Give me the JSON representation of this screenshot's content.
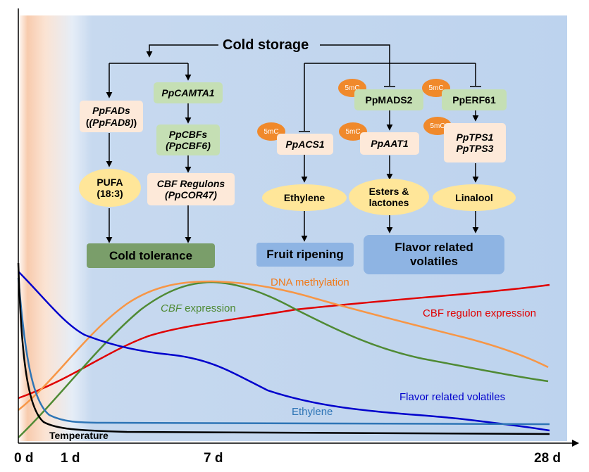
{
  "colors": {
    "ethylene_curve": "#2e75b6",
    "temperature_curve": "#000000",
    "volatiles_curve": "#0000cc",
    "dna_methylation_curve": "#f79646",
    "cbf_expression_curve": "#4f8a34",
    "cbf_regulon_curve": "#e00000",
    "background_panel": "#bdd3ee",
    "early_band": "#f8cbad",
    "mc_badge": "#f0892b"
  },
  "top": {
    "cold_storage": "Cold storage",
    "fads_line1": "PpFADs",
    "fads_line2": "(PpFAD8)",
    "pufa_line1": "PUFA",
    "pufa_line2": "(18:3)",
    "camta": "PpCAMTA1",
    "cbfs_line1": "PpCBFs",
    "cbfs_line2": "(PpCBF6)",
    "regulons_line1": "CBF Regulons",
    "regulons_line2": "(PpCOR47)",
    "cold_tolerance": "Cold tolerance",
    "acs": "PpACS1",
    "ethylene": "Ethylene",
    "fruit_ripening": "Fruit ripening",
    "mads": "PpMADS2",
    "aat": "PpAAT1",
    "esters_line1": "Esters &",
    "esters_line2": "lactones",
    "erf": "PpERF61",
    "tps_line1": "PpTPS1",
    "tps_line2": "PpTPS3",
    "linalool": "Linalool",
    "flavor_line1": "Flavor related",
    "flavor_line2": "volatiles",
    "mc": "5mC"
  },
  "curves": {
    "dna_methylation": "DNA methylation",
    "cbf_italic": "CBF",
    "cbf_rest": " expression",
    "cbf_regulon": "CBF regulon expression",
    "flavor_volatiles": "Flavor related volatiles",
    "ethylene": "Ethylene",
    "temperature": "Temperature"
  },
  "axis": {
    "ticks": [
      "0 d",
      "1 d",
      "7 d",
      "28 d"
    ]
  }
}
